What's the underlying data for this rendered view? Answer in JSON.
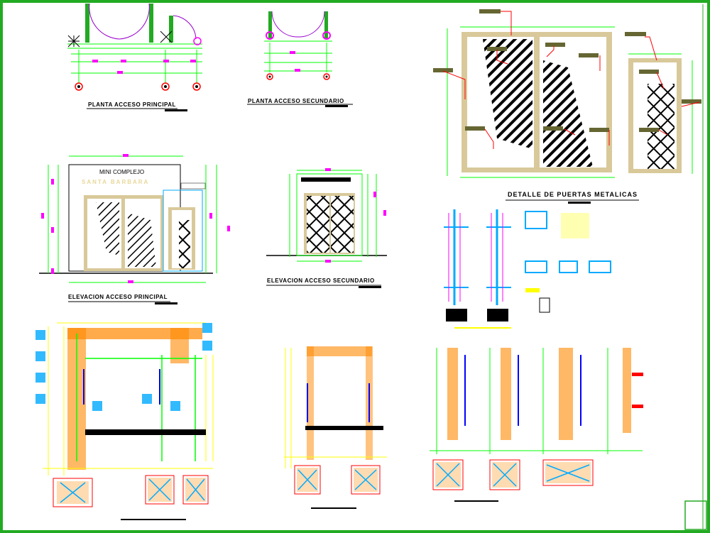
{
  "drawing": {
    "titles": {
      "planta_principal": "PLANTA ACCESO PRINCIPAL",
      "planta_secundario": "PLANTA ACCESO SECUNDARIO",
      "detalle_puertas": "DETALLE DE PUERTAS METALICAS",
      "elevacion_principal": "ELEVACION ACCESO PRINCIPAL",
      "elevacion_secundario": "ELEVACION ACCESO SECUNDARIO"
    },
    "facade_text": {
      "line1": "MINI COMPLEJO",
      "line2": "SANTA BARBARA"
    }
  },
  "colors": {
    "frame": "#22aa22",
    "dimension": "#00ff00",
    "tag": "#ff00ff",
    "tag_red": "#ff0000",
    "door_arc": "#9900cc",
    "door_wood": "#d9c99a",
    "steel": "#00aaff",
    "rebar_orange": "#ff8800",
    "rebar_yellow": "#ffff00",
    "leader_dark": "#666633"
  }
}
